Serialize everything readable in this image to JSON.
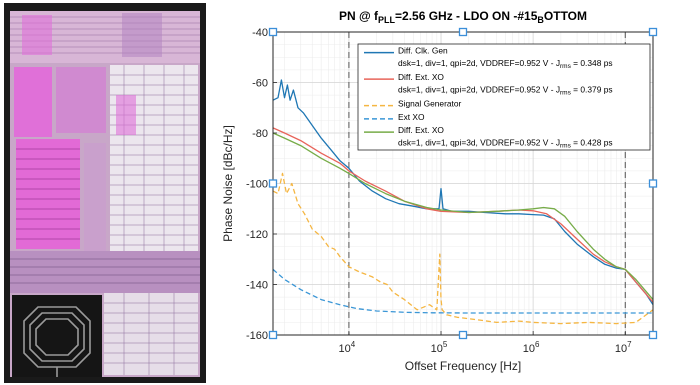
{
  "chip_image": {
    "description_label": ""
  },
  "chart_data": {
    "type": "line",
    "title_main": "PN @ f",
    "title_sub": "PLL",
    "title_rest": "=2.56 GHz - LDO ON -#15",
    "title_sub2": "B",
    "title_end": "OTTOM",
    "xlabel": "Offset Frequency [Hz]",
    "ylabel": "Phase Noise [dBc/Hz]",
    "xscale": "log",
    "xlim": [
      1500,
      20000000
    ],
    "ylim": [
      -160,
      -40
    ],
    "yticks": [
      -160,
      -140,
      -120,
      -100,
      -80,
      -60,
      -40
    ],
    "ytick_labels": [
      "-160",
      "-140",
      "-120",
      "-100",
      "-80",
      "-60",
      "-40"
    ],
    "xticks": [
      10000,
      100000,
      1000000,
      10000000
    ],
    "xtick_base": [
      "10",
      "10",
      "10",
      "10"
    ],
    "xtick_exp": [
      "4",
      "5",
      "6",
      "7"
    ],
    "grid": true,
    "minor_grid": true,
    "vlines": [
      10000,
      10000000
    ],
    "legend_position": "top-right",
    "series": [
      {
        "legend_line1": "Diff. Clk. Gen",
        "legend_line2": "dsk=1, div=1, qpi=2d, VDDREF=0.952 V - J",
        "legend_sub": "rms",
        "legend_end": " = 0.348 ps",
        "color": "#1f77b4",
        "dash": "solid",
        "x": [
          1500,
          1700,
          1850,
          2000,
          2150,
          2300,
          2500,
          2800,
          3200,
          4000,
          5000,
          6500,
          8000,
          10000,
          13000,
          18000,
          25000,
          35000,
          50000,
          70000,
          95000,
          100000,
          105000,
          130000,
          200000,
          300000,
          500000,
          700000,
          1000000,
          1300000,
          1700000,
          2200000,
          3000000,
          4500000,
          6000000,
          8000000,
          10000000,
          13000000,
          17000000,
          20000000
        ],
        "y": [
          -67,
          -66,
          -59,
          -66,
          -61,
          -67,
          -63,
          -70,
          -72,
          -77,
          -82,
          -87,
          -91,
          -94,
          -99,
          -103,
          -106,
          -108,
          -109,
          -110,
          -110,
          -102,
          -110,
          -111,
          -111,
          -111.5,
          -112,
          -112,
          -112.3,
          -112.5,
          -114,
          -119,
          -124,
          -129,
          -132,
          -133.5,
          -134,
          -139,
          -144,
          -148
        ]
      },
      {
        "legend_line1": "Diff. Ext. XO",
        "legend_line2": "dsk=1, div=1, qpi=2d, VDDREF=0.952 V - J",
        "legend_sub": "rms",
        "legend_end": " = 0.379 ps",
        "color": "#e8645a",
        "dash": "solid",
        "x": [
          1500,
          2000,
          3000,
          5000,
          8000,
          10000,
          15000,
          25000,
          40000,
          70000,
          100000,
          200000,
          400000,
          700000,
          1000000,
          1400000,
          2000000,
          3000000,
          4500000,
          6000000,
          8000000,
          10000000,
          13000000,
          20000000
        ],
        "y": [
          -78,
          -80,
          -83,
          -88,
          -92,
          -95,
          -99,
          -103,
          -107,
          -110,
          -111,
          -111.5,
          -111,
          -110.5,
          -110.8,
          -112,
          -116,
          -122,
          -128,
          -131,
          -133,
          -134,
          -139,
          -147
        ]
      },
      {
        "legend_line1": "Signal Generator",
        "legend_line2": "",
        "legend_sub": "",
        "legend_end": "",
        "color": "#f5b642",
        "dash": "dashed",
        "x": [
          1500,
          1700,
          1900,
          2100,
          2400,
          2800,
          3300,
          4000,
          5000,
          6000,
          7000,
          8000,
          10000,
          13000,
          18000,
          22000,
          26000,
          30000,
          40000,
          55000,
          75000,
          90000,
          97000,
          100000,
          103000,
          115000,
          150000,
          250000,
          400000,
          700000,
          1000000,
          2000000,
          4000000,
          8000000,
          13000000,
          20000000
        ],
        "y": [
          -103,
          -104,
          -96,
          -104,
          -100,
          -108,
          -112,
          -118,
          -121,
          -125,
          -126,
          -129,
          -133,
          -135,
          -137,
          -139,
          -140,
          -143,
          -146,
          -150,
          -148,
          -150,
          -128,
          -146,
          -150,
          -152,
          -153,
          -154,
          -155,
          -154.5,
          -155,
          -155.5,
          -155,
          -155.5,
          -155,
          -150
        ]
      },
      {
        "legend_line1": "Ext XO",
        "legend_line2": "",
        "legend_sub": "",
        "legend_end": "",
        "color": "#3a96d6",
        "dash": "dashed",
        "x": [
          1500,
          2000,
          3000,
          5000,
          8000,
          12000,
          20000,
          40000,
          80000,
          200000,
          500000,
          1000000,
          3000000,
          10000000,
          20000000
        ],
        "y": [
          -134,
          -138,
          -142,
          -146,
          -148,
          -149.5,
          -150.5,
          -151,
          -151.2,
          -151.3,
          -151.3,
          -151.3,
          -151.3,
          -151.3,
          -151.3
        ]
      },
      {
        "legend_line1": "Diff. Ext. XO",
        "legend_line2": "dsk=1, div=1, qpi=3d, VDDREF=0.952 V - J",
        "legend_sub": "rms",
        "legend_end": " = 0.428 ps",
        "color": "#77ac48",
        "dash": "solid",
        "x": [
          1500,
          2000,
          3000,
          5000,
          8000,
          10000,
          15000,
          25000,
          40000,
          70000,
          100000,
          200000,
          400000,
          700000,
          1000000,
          1300000,
          1700000,
          2200000,
          3000000,
          4500000,
          6000000,
          8000000,
          10000000,
          13000000,
          20000000
        ],
        "y": [
          -80,
          -82,
          -85,
          -90,
          -94,
          -96,
          -100,
          -104,
          -107,
          -109.5,
          -110.5,
          -111.5,
          -111,
          -110.5,
          -110,
          -109.5,
          -110,
          -113,
          -119,
          -126,
          -130,
          -133,
          -134,
          -138,
          -146
        ]
      }
    ]
  }
}
